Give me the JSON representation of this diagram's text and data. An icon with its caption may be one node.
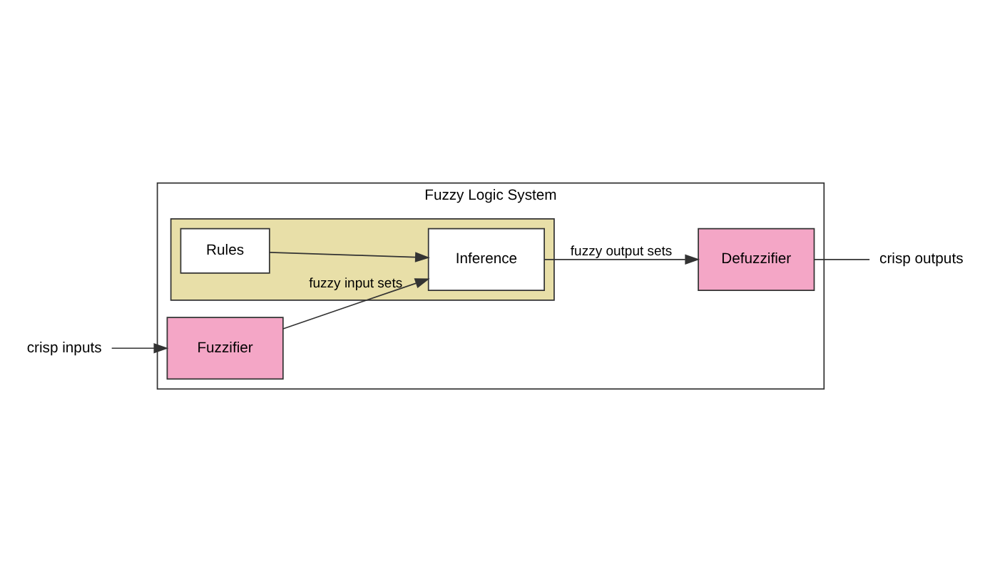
{
  "diagram": {
    "nodes": [
      {
        "text": [
          "Fuzzy Logic System"
        ]
      },
      {
        "text": [
          "crisp inputs"
        ]
      },
      {
        "text": [
          "Fuzzifier"
        ],
        "in": 0
      },
      {
        "text": [],
        "shape": "box",
        "in": 0
      },
      {
        "text": [
          "Rules"
        ],
        "in": 3
      },
      {
        "text": [
          "Inference"
        ],
        "in": 3
      },
      {
        "text": [
          "Defuzzifier"
        ],
        "in": 0
      },
      {
        "text": [
          "crisp outputs"
        ]
      }
    ],
    "edges": [
      {
        "from": 1,
        "to": 2,
        "arrow": "to"
      },
      {
        "from": 2,
        "to": 5,
        "arrow": "to",
        "label": "fuzzy input sets"
      },
      {
        "from": 4,
        "to": 5,
        "arrow": "to"
      },
      {
        "from": 5,
        "to": 6,
        "arrow": "to",
        "label": "fuzzy output sets"
      },
      {
        "from": 6,
        "to": 7,
        "arrow": "none"
      }
    ]
  }
}
